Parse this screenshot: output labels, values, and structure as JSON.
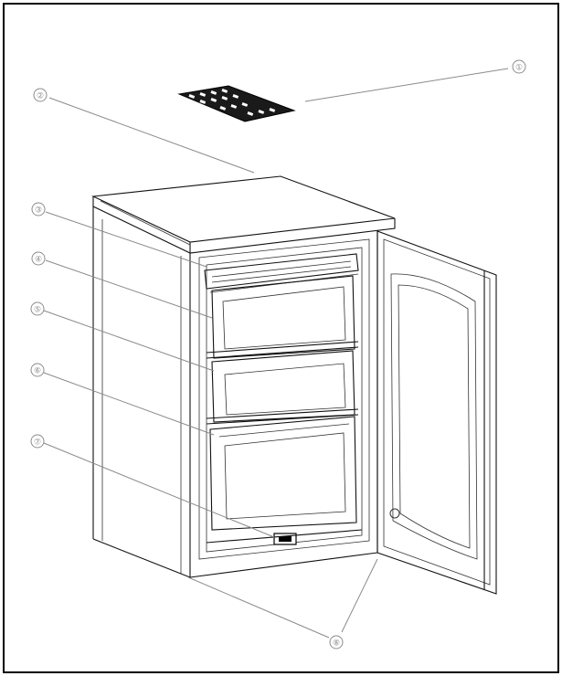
{
  "diagram": {
    "callouts": [
      {
        "id": "1",
        "label": "①"
      },
      {
        "id": "2",
        "label": "②"
      },
      {
        "id": "3",
        "label": "③"
      },
      {
        "id": "4",
        "label": "④"
      },
      {
        "id": "5",
        "label": "⑤"
      },
      {
        "id": "6",
        "label": "⑥"
      },
      {
        "id": "7",
        "label": "⑦"
      },
      {
        "id": "8",
        "label": "⑧"
      }
    ]
  }
}
